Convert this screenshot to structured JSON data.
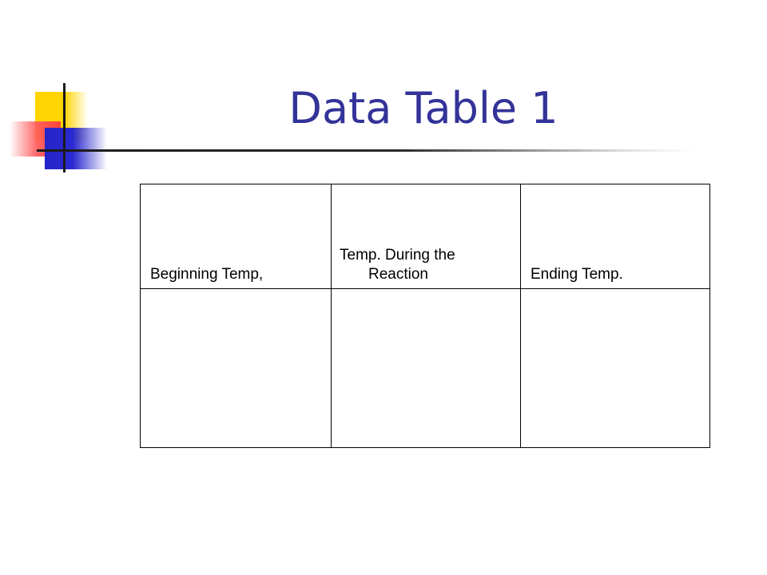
{
  "slide": {
    "title": "Data Table 1",
    "colors": {
      "title": "#333399",
      "accent_yellow": "#ffd400",
      "accent_red": "#ff4b4b",
      "accent_blue": "#2a2ad0"
    }
  },
  "table": {
    "headers": [
      {
        "lines": [
          "Beginning Temp,"
        ]
      },
      {
        "lines": [
          "Temp. During the",
          "Reaction"
        ]
      },
      {
        "lines": [
          "Ending Temp."
        ]
      }
    ],
    "rows": [
      [
        "",
        "",
        ""
      ]
    ]
  }
}
